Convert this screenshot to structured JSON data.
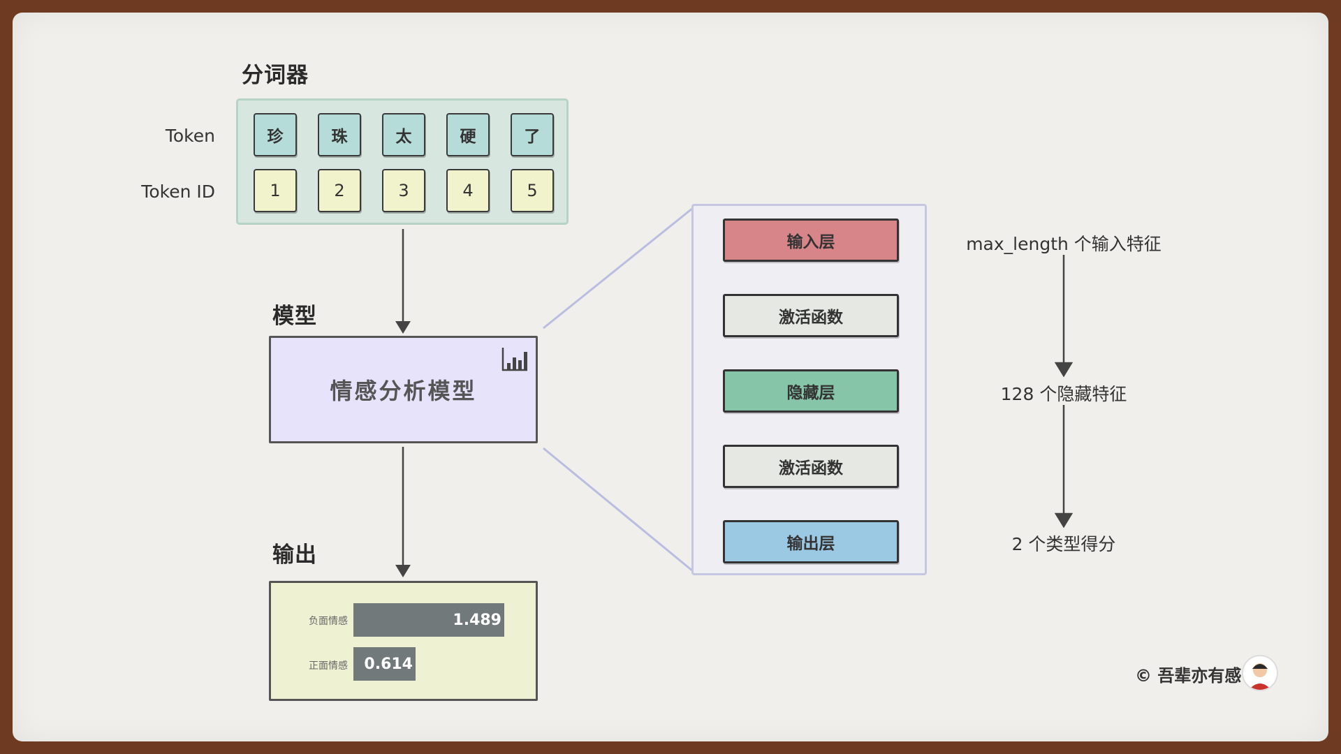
{
  "tokenizer": {
    "title": "分词器",
    "token_row_label": "Token",
    "id_row_label": "Token ID",
    "tokens": [
      "珍",
      "珠",
      "太",
      "硬",
      "了"
    ],
    "token_ids": [
      "1",
      "2",
      "3",
      "4",
      "5"
    ]
  },
  "model": {
    "title": "模型",
    "box_label": "情感分析模型",
    "icon": "bar-chart-icon"
  },
  "output": {
    "title": "输出",
    "bars": [
      {
        "label": "负面情感",
        "value": 1.489,
        "value_text": "1.489"
      },
      {
        "label": "正面情感",
        "value": 0.614,
        "value_text": "0.614"
      }
    ]
  },
  "network": {
    "layers": [
      {
        "label": "输入层",
        "color": "#d8858a"
      },
      {
        "label": "激活函数",
        "color": "#e5e8e3"
      },
      {
        "label": "隐藏层",
        "color": "#87c5a8"
      },
      {
        "label": "激活函数",
        "color": "#e5e8e3"
      },
      {
        "label": "输出层",
        "color": "#9bc8e2"
      }
    ]
  },
  "features": {
    "input": "max_length 个输入特征",
    "hidden": "128 个隐藏特征",
    "output": "2 个类型得分"
  },
  "credit": {
    "text": "© 吾辈亦有感"
  }
}
